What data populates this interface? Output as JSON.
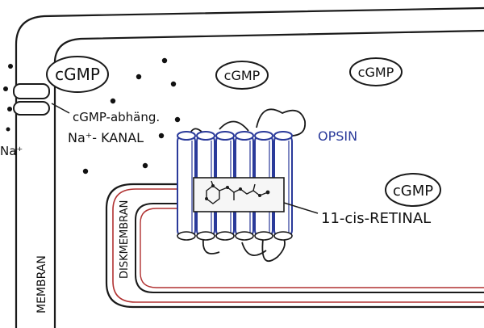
{
  "labels": {
    "cgmp": "cGMP",
    "channel_line1": "cGMP-abhäng.",
    "channel_line2": "Na⁺- KANAL",
    "sodium": "Na⁺",
    "opsin": "OPSIN",
    "retinal": "11-cis-RETINAL",
    "membran": "MEMBRAN",
    "diskmembran": "DISKMEMBRAN"
  },
  "colors": {
    "ink": "#1a1a1a",
    "opsin": "#2a3a9a",
    "disk_membrane": "#b03030",
    "helix_fill": "#ffffff"
  }
}
